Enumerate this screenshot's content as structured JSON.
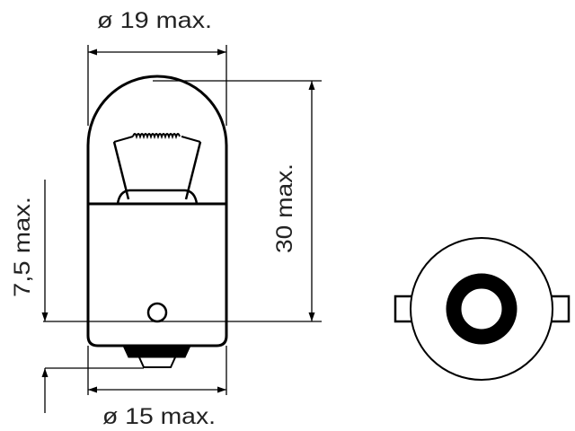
{
  "diagram": {
    "dimensions": {
      "top_diameter": "ø 19 max.",
      "height": "30 max.",
      "base_offset": "7,5 max.",
      "bottom_diameter": "ø 15 max."
    }
  }
}
